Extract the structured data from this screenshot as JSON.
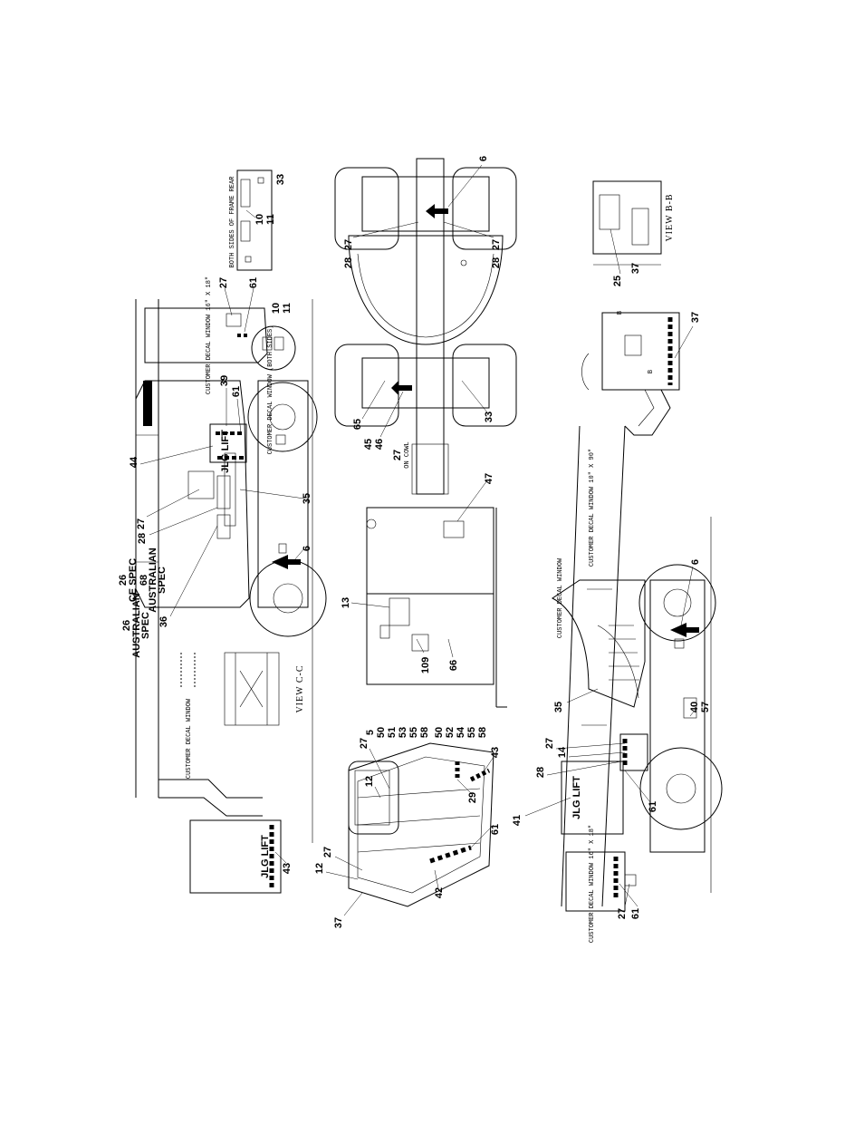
{
  "callouts": {
    "top_left": [
      "33",
      "10",
      "11",
      "27",
      "61",
      "10",
      "11",
      "39",
      "61",
      "44",
      "27",
      "28",
      "35",
      "6",
      "26",
      "CE SPEC",
      "68",
      "AUSTRALIAN",
      "SPEC",
      "26",
      "AUSTRALIAN",
      "SPEC",
      "36",
      "43"
    ],
    "top_right": [
      "6",
      "28",
      "27",
      "28",
      "27",
      "65",
      "45",
      "46",
      "27",
      "33"
    ],
    "middle": [
      "47",
      "13",
      "109",
      "66",
      "5",
      "50",
      "51",
      "53",
      "55",
      "58",
      "50",
      "52",
      "54",
      "55",
      "58"
    ],
    "platform": [
      "27",
      "12",
      "27",
      "12",
      "37",
      "42",
      "61",
      "29",
      "43"
    ],
    "bottom": [
      "25",
      "37",
      "37",
      "6",
      "35",
      "40",
      "57",
      "27",
      "14",
      "28",
      "41",
      "61",
      "27",
      "61"
    ]
  },
  "notes": {
    "both_sides": "BOTH SIDES OF FRAME REAR",
    "customer_decal_window_1": "CUSTOMER DECAL WINDOW 16\" X 18\"",
    "customer_decal_window_2": "CUSTOMER DECAL WINDOW 16\" X 18\"",
    "customer_decal_boom": "CUSTOMER DECAL WINDOW",
    "customer_decal_window_long": "CUSTOMER DECAL WINDOW 10\" X 90\"",
    "customer_decal_window_side": "CUSTOMER DECAL WINDOW",
    "customer_decal_window_inside": "CUSTOMER DECAL WINDOW (BOTH SIDES)",
    "on_cowl": "ON COWL"
  },
  "views": {
    "view_cc": "VIEW C-C",
    "view_bb": "VIEW B-B",
    "mark_b": "B",
    "mark_b2": "B"
  },
  "brand": {
    "logo_text": "JLG LIFT"
  }
}
